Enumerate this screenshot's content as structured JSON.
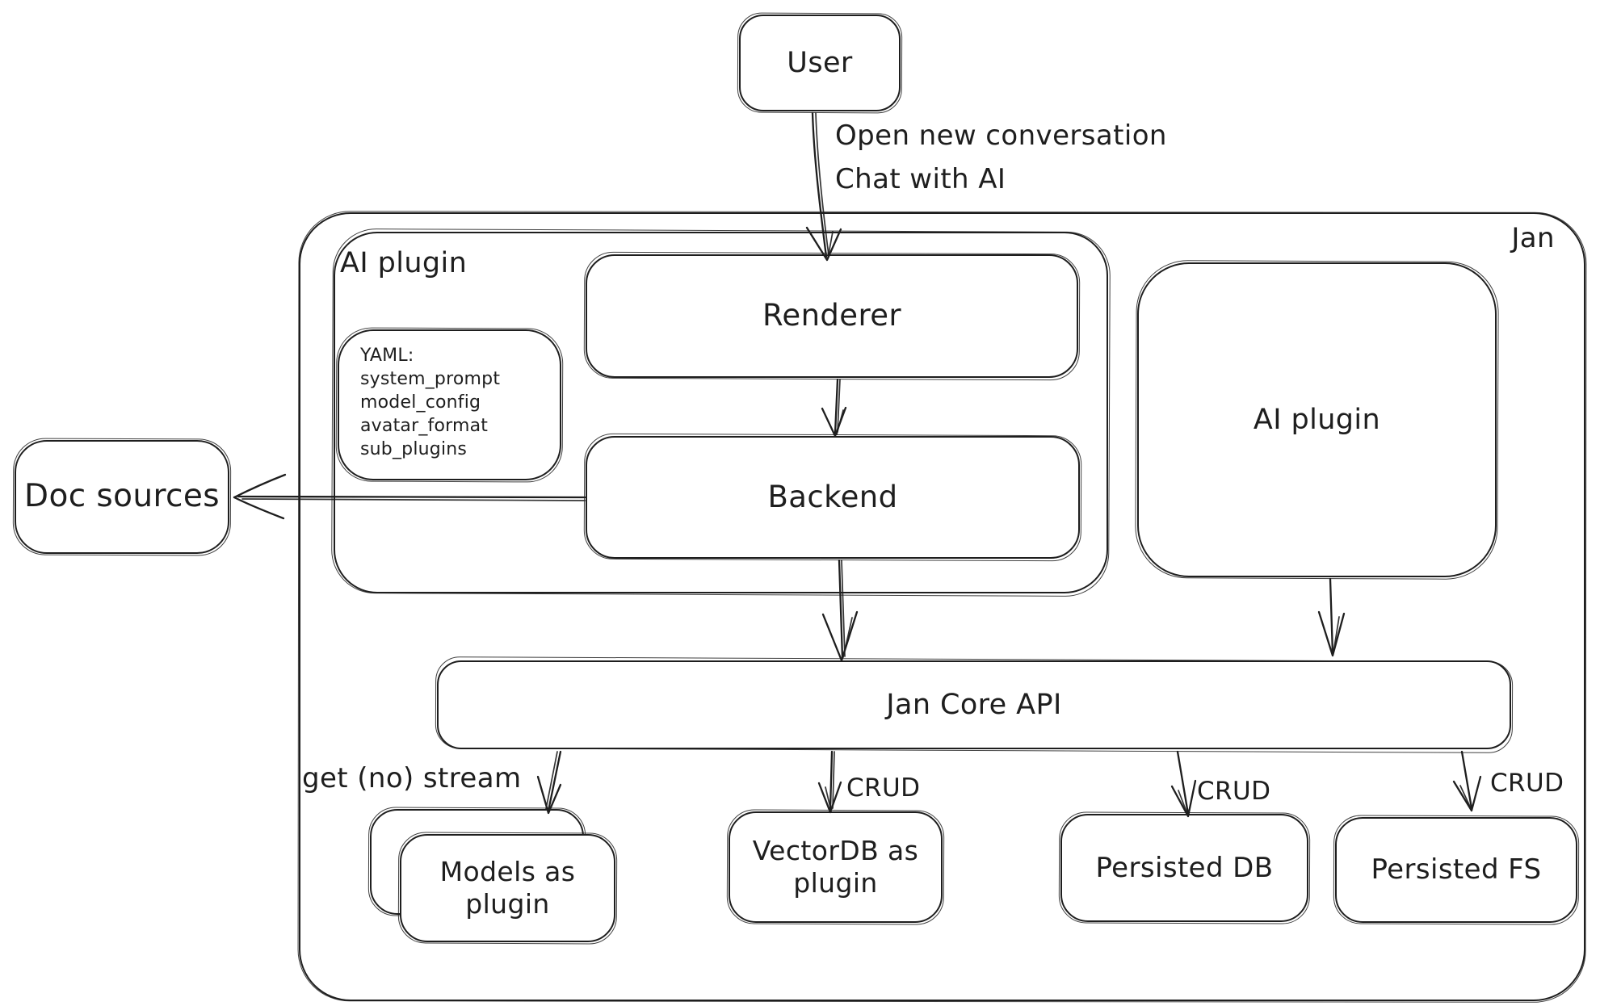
{
  "colors": {
    "ink": "#1e1e1e",
    "background": "#ffffff"
  },
  "nodes": {
    "user": {
      "label": "User"
    },
    "jan_container": {
      "label": "Jan"
    },
    "ai_plugin_container": {
      "label": "AI plugin"
    },
    "renderer": {
      "label": "Renderer"
    },
    "yaml_note": {
      "lines": [
        "YAML:",
        "system_prompt",
        "model_config",
        "avatar_format",
        "sub_plugins"
      ]
    },
    "backend": {
      "label": "Backend"
    },
    "ai_plugin_box": {
      "label": "AI plugin"
    },
    "doc_sources": {
      "label": "Doc sources"
    },
    "jan_core_api": {
      "label": "Jan Core API"
    },
    "models_plugin": {
      "line1": "Models as",
      "line2": "plugin"
    },
    "vectordb_plugin": {
      "line1": "VectorDB as",
      "line2": "plugin"
    },
    "persisted_db": {
      "label": "Persisted DB"
    },
    "persisted_fs": {
      "label": "Persisted FS"
    }
  },
  "edges": {
    "user_to_renderer": {
      "label_line1": "Open new conversation",
      "label_line2": "Chat with AI"
    },
    "core_to_models": {
      "label": "get (no) stream"
    },
    "core_to_vectordb": {
      "label": "CRUD"
    },
    "core_to_persisted_db": {
      "label": "CRUD"
    },
    "core_to_persisted_fs": {
      "label": "CRUD"
    }
  }
}
